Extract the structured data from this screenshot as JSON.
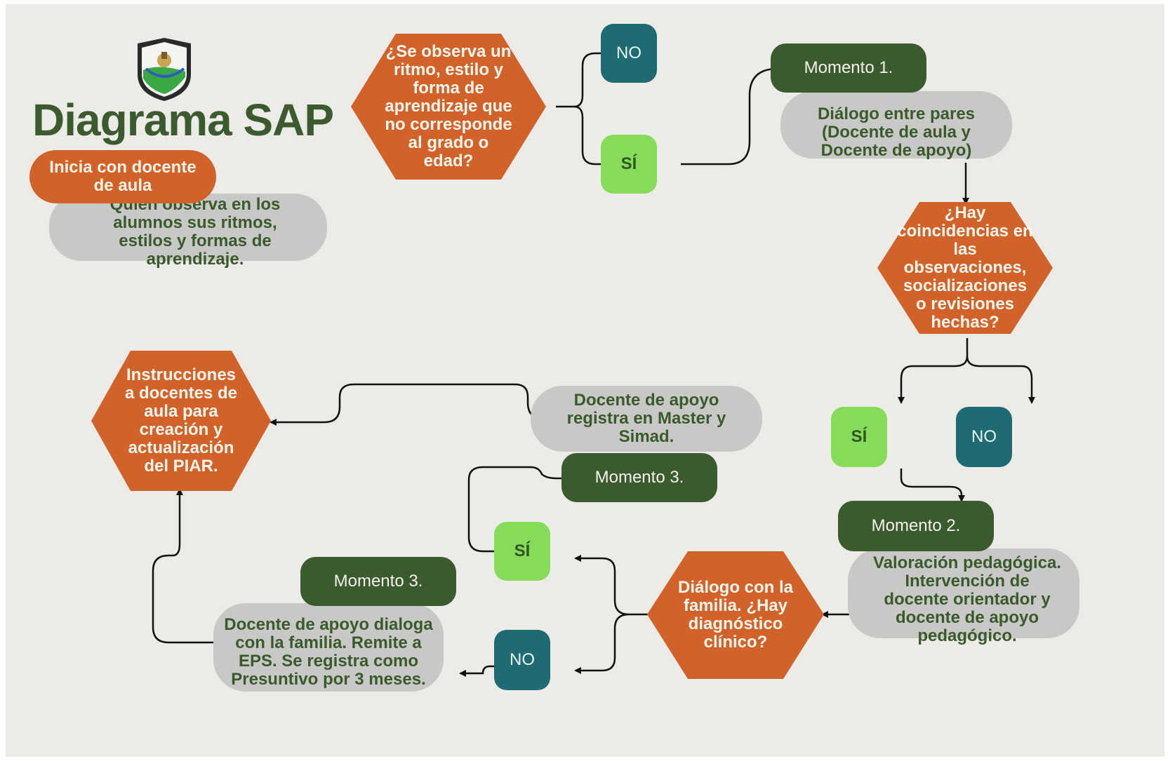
{
  "diagram": {
    "title": "Diagrama SAP",
    "logo_icon": "school-crest-icon",
    "colors": {
      "background": "#ecebe8",
      "orange": "#d0622a",
      "dark_green": "#3b5a2e",
      "grey": "#c8c8c6",
      "light_green": "#86dc58",
      "teal": "#1f6b72"
    },
    "start": {
      "label": "Inicia con docente de aula",
      "note": "Quien observa en los alumnos sus ritmos, estilos y formas de aprendizaje."
    },
    "q1": {
      "text": "¿Se observa un ritmo, estilo y forma de aprendizaje que no corresponde al grado o edad?",
      "no": "NO",
      "yes": "SÍ"
    },
    "m1": {
      "label": "Momento 1.",
      "text": "Diálogo entre pares (Docente de aula y Docente de apoyo)"
    },
    "q2": {
      "text": "¿Hay coincidencias en las observaciones, socializaciones o revisiones hechas?",
      "yes": "SÍ",
      "no": "NO"
    },
    "m2": {
      "label": "Momento 2.",
      "text": "Valoración pedagógica. Intervención de docente orientador y docente de apoyo pedagógico."
    },
    "q3": {
      "text": "Diálogo con la familia. ¿Hay diagnóstico clínico?",
      "yes": "SÍ",
      "no": "NO"
    },
    "m3_yes": {
      "label": "Momento 3.",
      "text": "Docente de apoyo registra en Master y Simad."
    },
    "m3_no": {
      "label": "Momento 3.",
      "text": "Docente de apoyo dialoga con la familia. Remite a EPS. Se registra como Presuntivo por 3 meses."
    },
    "end": {
      "text": "Instrucciones a docentes de aula para creación y actualización del PIAR."
    }
  }
}
